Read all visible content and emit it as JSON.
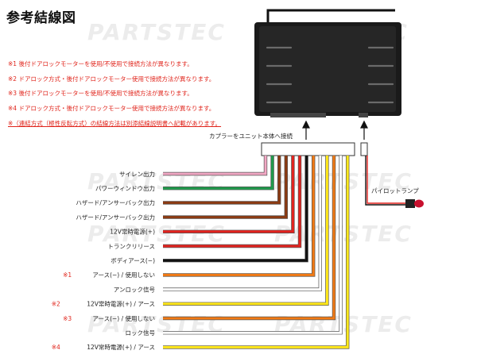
{
  "title": "参考結線図",
  "watermark": "PARTSTEC",
  "notes": [
    "※1 後付ドアロックモーターを使用/不使用で接続方法が異なります。",
    "※2 ドアロック方式・後付ドアロックモーター使用で接続方法が異なります。",
    "※3 後付ドアロックモーターを使用/不使用で接続方法が異なります。",
    "※4 ドアロック方式・後付ドアロックモーター使用で接続方法が異なります。",
    "※（連結方式（極性反転方式）の結線方法は別添結線説明書へ記載があります。"
  ],
  "connector_label": "カプラーをユニット本体へ接続",
  "pilot_lamp": "パイロットランプ",
  "wires": [
    {
      "star": "",
      "label": "サイレン出力",
      "color": "#f2a7c4"
    },
    {
      "star": "",
      "label": "パワーウィンドウ出力",
      "color": "#1f9a4b"
    },
    {
      "star": "",
      "label": "ハザード/アンサーバック出力",
      "color": "#8b3a12"
    },
    {
      "star": "",
      "label": "ハザード/アンサーバック出力",
      "color": "#8b3a12"
    },
    {
      "star": "",
      "label": "12V常時電源(+)",
      "color": "#e3231f"
    },
    {
      "star": "",
      "label": "トランクリリース",
      "color": "#e3231f"
    },
    {
      "star": "",
      "label": "ボディアース(−)",
      "color": "#111111"
    },
    {
      "star": "※1",
      "label": "アース(−) / 使用しない",
      "color": "#f27a14"
    },
    {
      "star": "",
      "label": "アンロック信号",
      "color": "#ffffff"
    },
    {
      "star": "※2",
      "label": "12V常時電源(+) / アース",
      "color": "#ffe81a"
    },
    {
      "star": "※3",
      "label": "アース(−) / 使用しない",
      "color": "#f27a14"
    },
    {
      "star": "",
      "label": "ロック信号",
      "color": "#ffffff"
    },
    {
      "star": "※4",
      "label": "12V常時電源(+) / アース",
      "color": "#ffe81a"
    }
  ]
}
